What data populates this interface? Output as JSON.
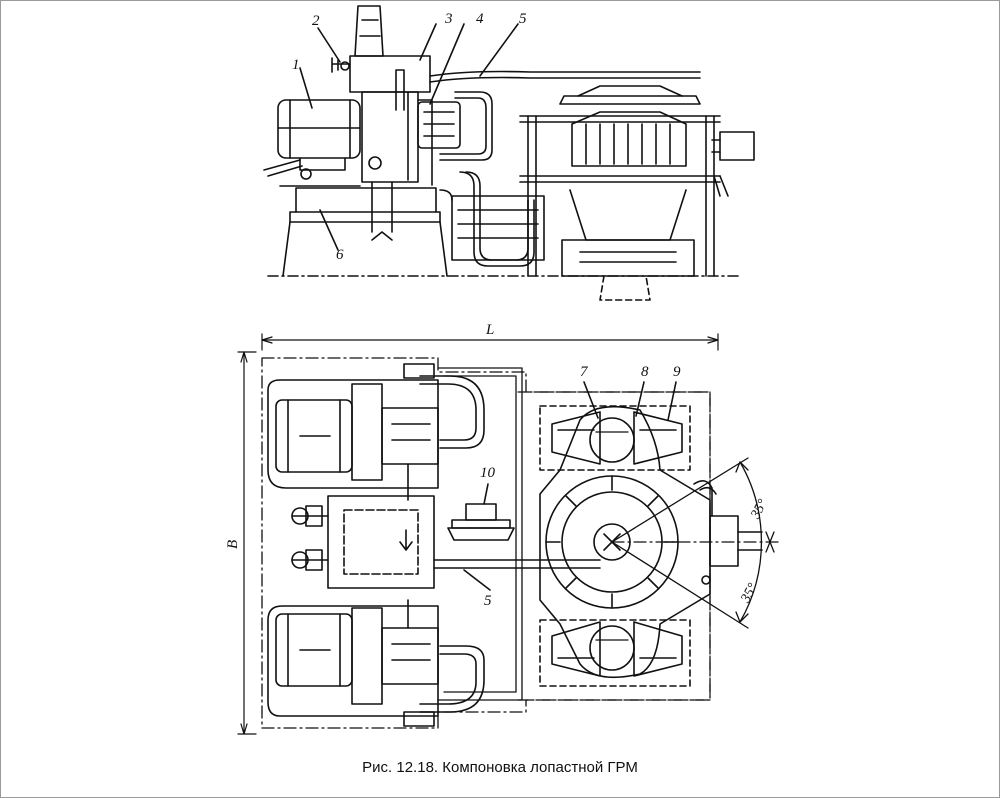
{
  "figure": {
    "caption": "Рис. 12.18. Компоновка лопастной ГРМ"
  },
  "side_view": {
    "callouts": [
      "1",
      "2",
      "3",
      "4",
      "5",
      "6"
    ]
  },
  "plan_view": {
    "callouts": [
      "7",
      "8",
      "9",
      "10",
      "5"
    ],
    "dimension_length": "L",
    "dimension_width": "B",
    "angle_upper": "35°",
    "angle_lower": "35°"
  }
}
